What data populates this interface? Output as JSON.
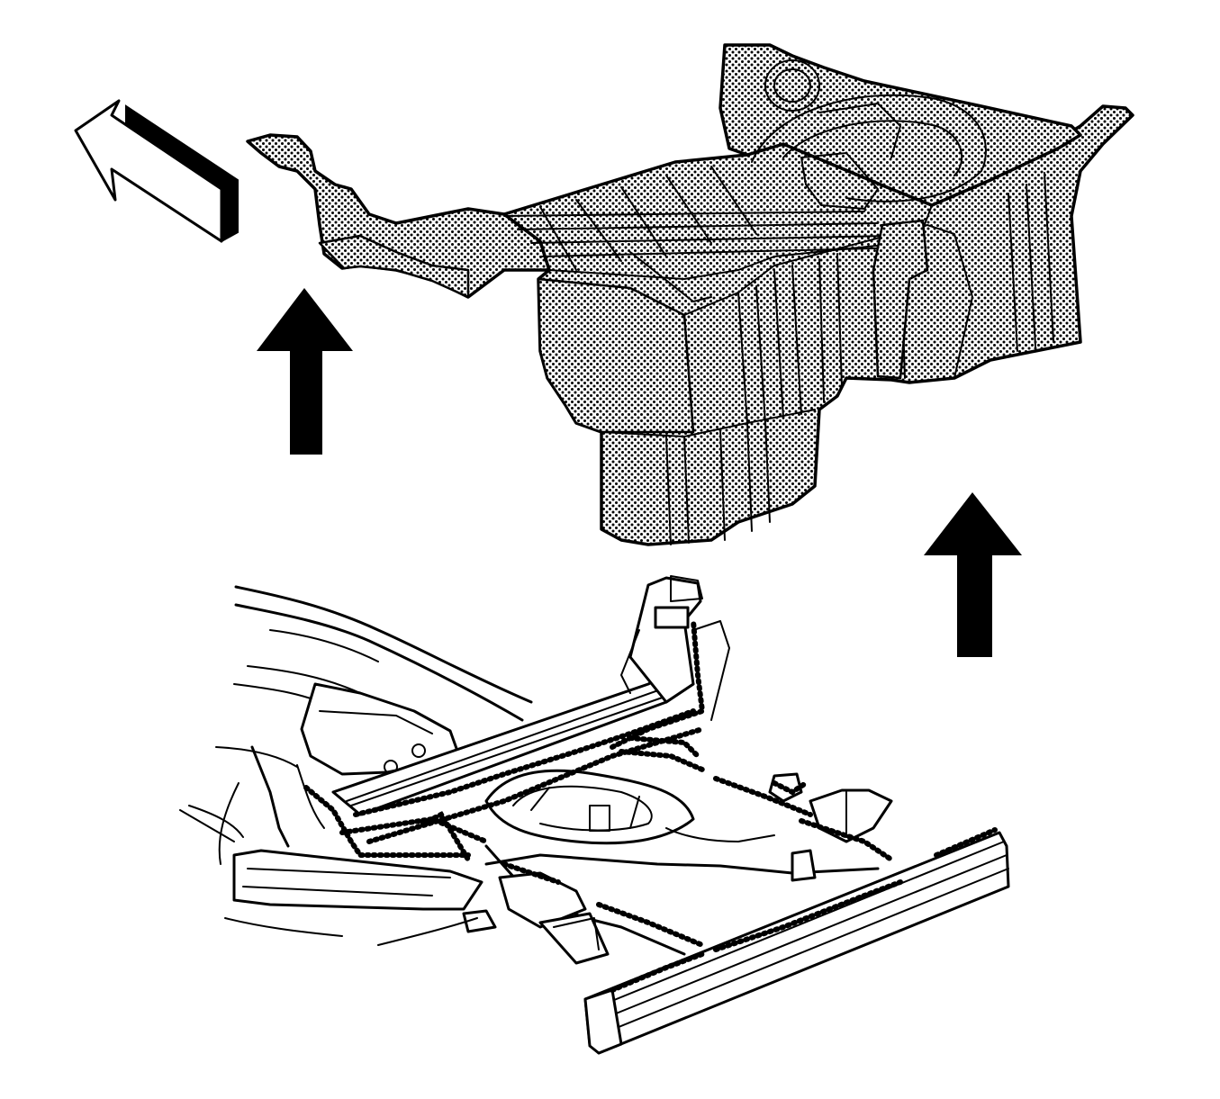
{
  "diagram": {
    "type": "exploded-view",
    "parts": [
      {
        "id": "rear-floor-pan",
        "fill": "dotted"
      },
      {
        "id": "underbody-frame",
        "fill": "outline"
      }
    ],
    "arrows": [
      {
        "id": "remove-direction-arrow",
        "style": "outline-3d",
        "direction": "up-left"
      },
      {
        "id": "lift-arrow-left",
        "style": "solid",
        "direction": "up"
      },
      {
        "id": "lift-arrow-right",
        "style": "solid",
        "direction": "up"
      }
    ],
    "colors": {
      "ink": "#000000",
      "paper": "#ffffff"
    }
  }
}
